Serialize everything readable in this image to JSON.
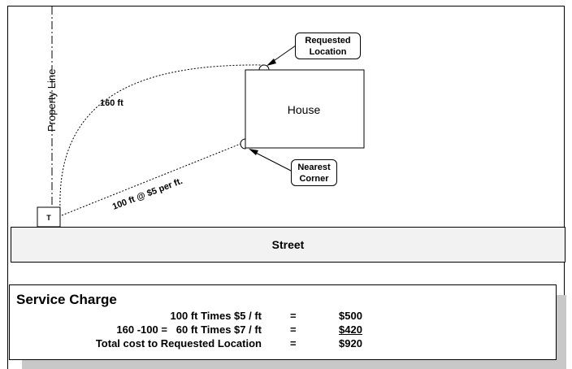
{
  "diagram": {
    "property_line_label": "Property Line",
    "house_label": "House",
    "transformer_label": "T",
    "distance_label_curve": "160 ft",
    "distance_label_straight": "100 ft @ $5 per ft.",
    "callout_requested": "Requested Location",
    "callout_nearest": "Nearest Corner",
    "street_label": "Street"
  },
  "service_charge": {
    "title": "Service Charge",
    "rows": [
      {
        "description": "100 ft Times $5 / ft",
        "equals": "=",
        "amount": "$500"
      },
      {
        "description": "160 -100 =   60 ft Times $7 / ft",
        "equals": "=",
        "amount": "$420"
      },
      {
        "description": "Total cost to Requested Location",
        "equals": "=",
        "amount": "$920"
      }
    ]
  }
}
